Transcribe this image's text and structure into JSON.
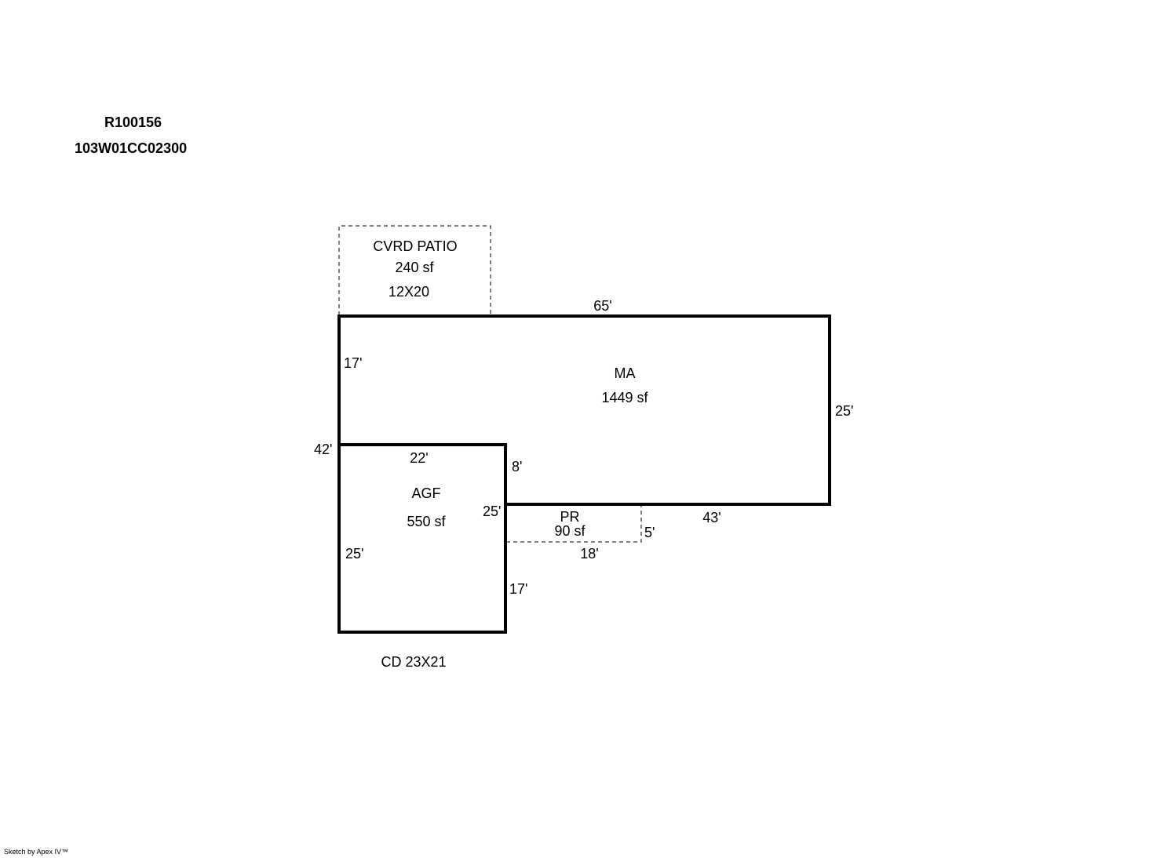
{
  "header": {
    "account_id": "R100156",
    "map_tax_lot": "103W01CC02300"
  },
  "areas": {
    "covered_patio": {
      "name": "CVRD PATIO",
      "area": "240 sf",
      "dims": "12X20"
    },
    "main": {
      "name": "MA",
      "area": "1449 sf"
    },
    "garage": {
      "name": "AGF",
      "area": "550 sf"
    },
    "porch": {
      "name": "PR",
      "area": "90 sf"
    }
  },
  "dimensions": {
    "main_top": "65'",
    "main_left_upper": "17'",
    "main_right": "25'",
    "main_bottom": "43'",
    "left_total": "42'",
    "garage_top": "22'",
    "main_step": "8'",
    "garage_right_upper": "25'",
    "garage_left": "25'",
    "garage_right_lower": "17'",
    "porch_right": "5'",
    "porch_bottom": "18'"
  },
  "notes": {
    "deck": "CD 23X21"
  },
  "footer": {
    "credit": "Sketch by Apex IV™"
  }
}
